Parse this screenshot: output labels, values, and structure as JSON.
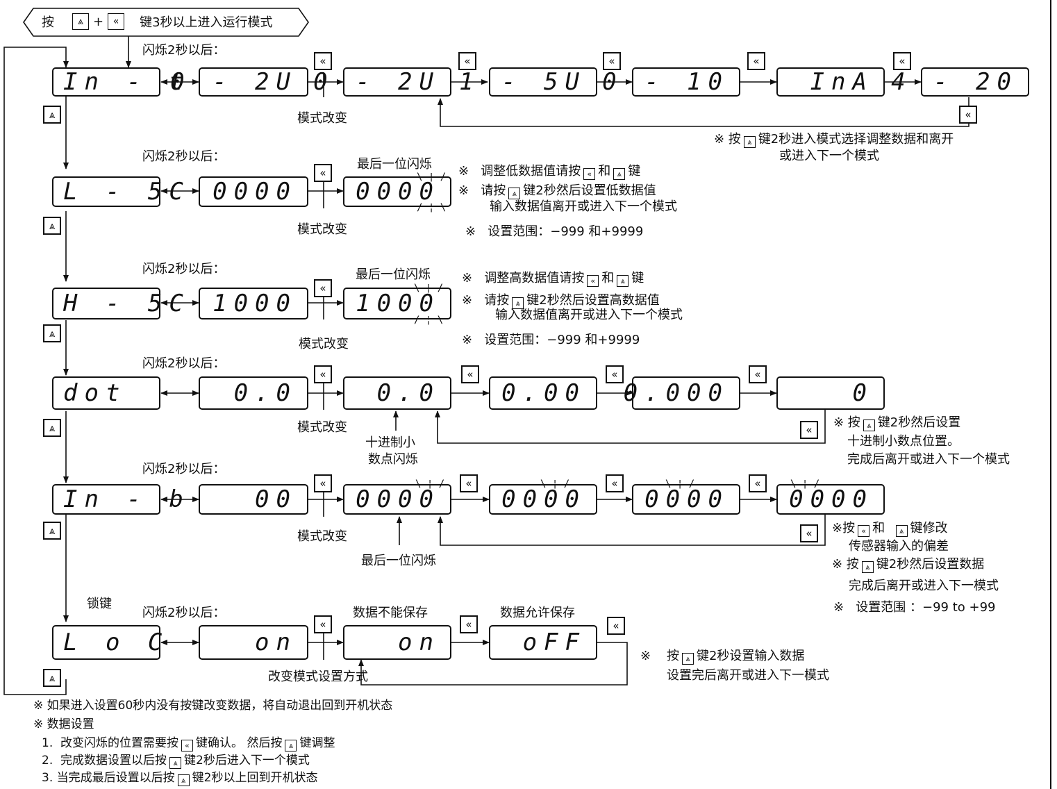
{
  "banner": {
    "press": "按",
    "plus": "+",
    "text": "键3秒以上进入运行模式"
  },
  "labels": {
    "flash_after_2s": "闪烁2秒以后：",
    "mode_change": "模式改变",
    "last_digit_flash": "最后一位闪烁",
    "decimal_flash_1": "十进制小",
    "decimal_flash_2": "数点闪烁",
    "lock_key": "锁键",
    "cannot_save": "数据不能保存",
    "allow_save": "数据允许保存",
    "change_mode_method": "改变模式设置方式"
  },
  "displays": {
    "row1": [
      "In - t",
      "0 - 2U",
      "0 - 2U",
      "1 - 5U",
      "0 - 10",
      "InA",
      "4 - 20"
    ],
    "row2": [
      "L - 5C",
      "0000",
      "0000"
    ],
    "row3": [
      "H - 5C",
      "1000",
      "1000"
    ],
    "row4": [
      "dot",
      "0.0",
      "0.0",
      "0.00",
      "0.000",
      "0"
    ],
    "row5": [
      "In - b",
      "00",
      "0000",
      "0000",
      "0000",
      "0000"
    ],
    "row6": [
      "L o C",
      "on",
      "on",
      "oFF"
    ]
  },
  "notes": {
    "row1": [
      "※  按",
      "键2秒进入模式选择调整数据和离开",
      "或进入下一个模式"
    ],
    "row2": [
      "※",
      "调整低数据值请按",
      "和",
      "键",
      "※",
      "请按",
      "键2秒然后设置低数据值",
      "输入数据值离开或进入下一个模式",
      "※",
      "设置范围：−999 和+9999"
    ],
    "row3": [
      "※",
      "调整高数据值请按",
      "和",
      "键",
      "※",
      "请按",
      "键2秒然后设置高数据值",
      "输入数据值离开或进入下一个模式",
      "※",
      "设置范围：−999 和+9999"
    ],
    "row4": [
      "※ 按",
      "键2秒然后设置",
      "十进制小数点位置。",
      "完成后离开或进入下一个模式"
    ],
    "row5": [
      "※按",
      "和",
      "键修改",
      "传感器输入的偏差",
      "※ 按",
      "键2秒然后设置数据",
      "完成后离开或进入下一模式",
      "※",
      "设置范围 ：−99 to +99"
    ],
    "row6": [
      "※",
      "按",
      "键2秒设置输入数据",
      "设置完后离开或进入下一模式"
    ]
  },
  "footer": {
    "note1": "※  如果进入设置60秒内没有按键改变数据，将自动退出回到开机状态",
    "note2": "※  数据设置",
    "step1_num": "1.",
    "step1a": "改变闪烁的位置需要按",
    "step1b": "键确认。  然后按",
    "step1c": "键调整",
    "step2_num": "2.",
    "step2a": "完成数据设置以后按",
    "step2b": "键2秒后进入下一个模式",
    "step3_num": "3.",
    "step3a": "当完成最后设置以后按",
    "step3b": "键2秒以上回到开机状态"
  },
  "icons": {
    "shift_key": "«",
    "up_key": "⩓"
  }
}
